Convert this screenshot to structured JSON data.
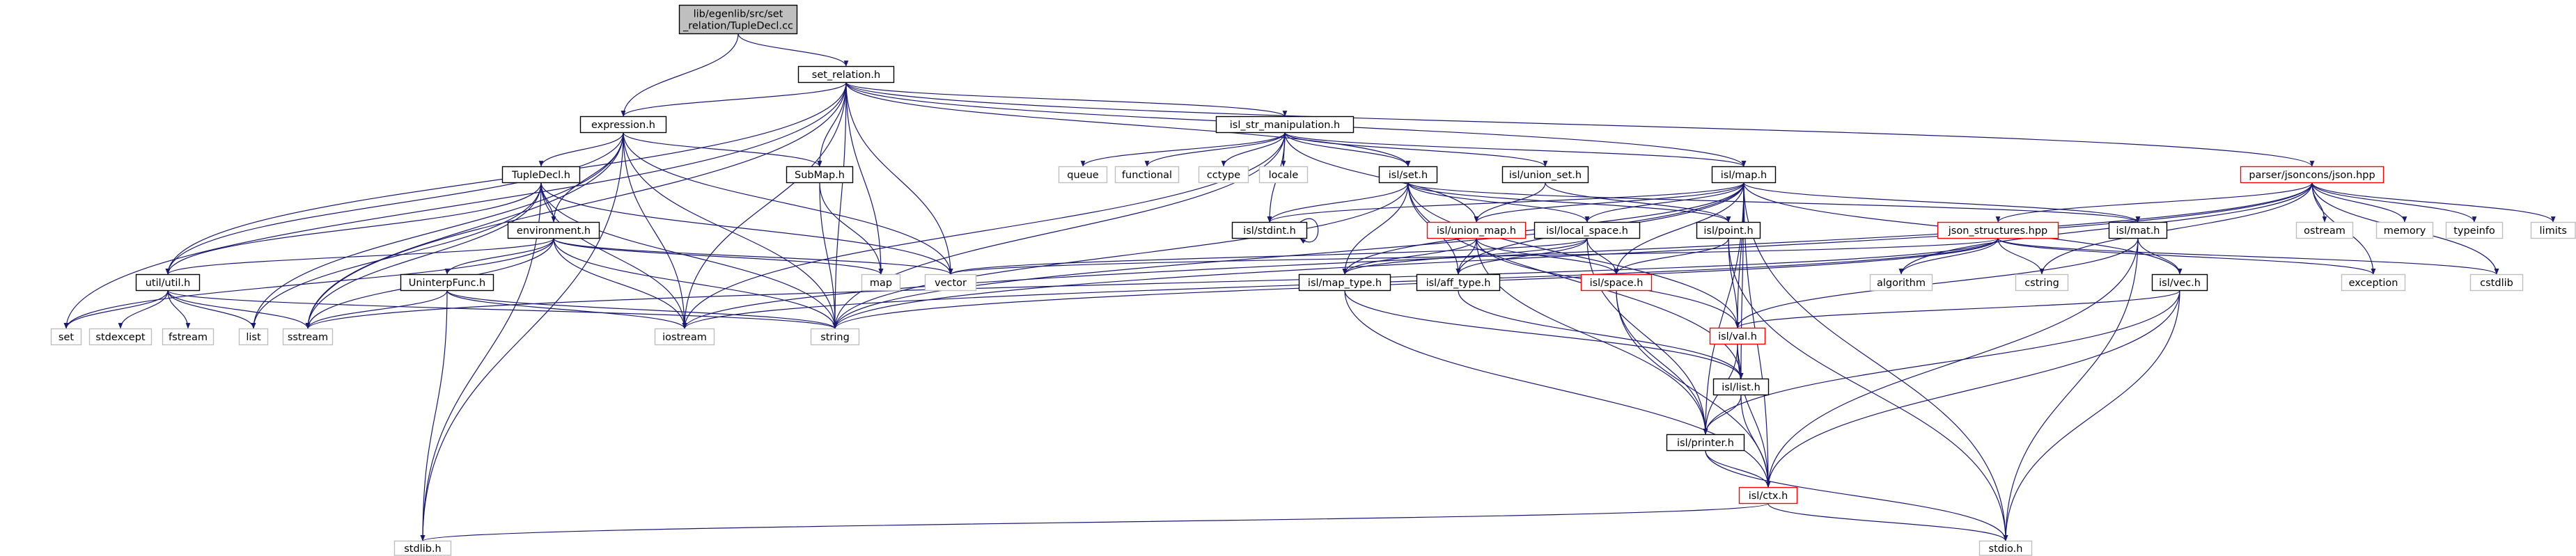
{
  "colors": {
    "edge": "#191970",
    "node_border_default": "#000000",
    "node_border_red": "#ff0000",
    "node_border_gray": "#bfbfbf",
    "root_fill": "#bfbfbf",
    "node_fill": "#ffffff"
  },
  "nodes": [
    {
      "id": "root",
      "lines": [
        "lib/egenlib/src/set",
        "_relation/TupleDecl.cc"
      ],
      "style": "root"
    },
    {
      "id": "set_relation_h",
      "lines": [
        "set_relation.h"
      ],
      "style": "default"
    },
    {
      "id": "expression_h",
      "lines": [
        "expression.h"
      ],
      "style": "default"
    },
    {
      "id": "isl_str_manipulation_h",
      "lines": [
        "isl_str_manipulation.h"
      ],
      "style": "default"
    },
    {
      "id": "parser_json_hpp",
      "lines": [
        "parser/jsoncons/json.hpp"
      ],
      "style": "red"
    },
    {
      "id": "tupledecl_h",
      "lines": [
        "TupleDecl.h"
      ],
      "style": "default"
    },
    {
      "id": "submap_h",
      "lines": [
        "SubMap.h"
      ],
      "style": "default"
    },
    {
      "id": "environment_h",
      "lines": [
        "environment.h"
      ],
      "style": "default"
    },
    {
      "id": "util_util_h",
      "lines": [
        "util/util.h"
      ],
      "style": "default"
    },
    {
      "id": "uninterpfunc_h",
      "lines": [
        "UninterpFunc.h"
      ],
      "style": "default"
    },
    {
      "id": "isl_set_h",
      "lines": [
        "isl/set.h"
      ],
      "style": "default"
    },
    {
      "id": "isl_union_set_h",
      "lines": [
        "isl/union_set.h"
      ],
      "style": "default"
    },
    {
      "id": "isl_map_h",
      "lines": [
        "isl/map.h"
      ],
      "style": "default"
    },
    {
      "id": "isl_stdint_h",
      "lines": [
        "isl/stdint.h"
      ],
      "style": "default"
    },
    {
      "id": "isl_union_map_h",
      "lines": [
        "isl/union_map.h"
      ],
      "style": "red"
    },
    {
      "id": "isl_local_space_h",
      "lines": [
        "isl/local_space.h"
      ],
      "style": "default"
    },
    {
      "id": "isl_point_h",
      "lines": [
        "isl/point.h"
      ],
      "style": "default"
    },
    {
      "id": "json_structures_hpp",
      "lines": [
        "json_structures.hpp"
      ],
      "style": "red"
    },
    {
      "id": "isl_mat_h",
      "lines": [
        "isl/mat.h"
      ],
      "style": "default"
    },
    {
      "id": "isl_map_type_h",
      "lines": [
        "isl/map_type.h"
      ],
      "style": "default"
    },
    {
      "id": "isl_aff_type_h",
      "lines": [
        "isl/aff_type.h"
      ],
      "style": "default"
    },
    {
      "id": "isl_space_h",
      "lines": [
        "isl/space.h"
      ],
      "style": "red"
    },
    {
      "id": "isl_vec_h",
      "lines": [
        "isl/vec.h"
      ],
      "style": "default"
    },
    {
      "id": "isl_val_h",
      "lines": [
        "isl/val.h"
      ],
      "style": "red"
    },
    {
      "id": "isl_list_h",
      "lines": [
        "isl/list.h"
      ],
      "style": "default"
    },
    {
      "id": "isl_printer_h",
      "lines": [
        "isl/printer.h"
      ],
      "style": "default"
    },
    {
      "id": "isl_ctx_h",
      "lines": [
        "isl/ctx.h"
      ],
      "style": "red"
    },
    {
      "id": "queue",
      "lines": [
        "queue"
      ],
      "style": "gray"
    },
    {
      "id": "functional",
      "lines": [
        "functional"
      ],
      "style": "gray"
    },
    {
      "id": "cctype",
      "lines": [
        "cctype"
      ],
      "style": "gray"
    },
    {
      "id": "locale",
      "lines": [
        "locale"
      ],
      "style": "gray"
    },
    {
      "id": "vector",
      "lines": [
        "vector"
      ],
      "style": "gray"
    },
    {
      "id": "map",
      "lines": [
        "map"
      ],
      "style": "gray"
    },
    {
      "id": "set",
      "lines": [
        "set"
      ],
      "style": "gray"
    },
    {
      "id": "stdexcept",
      "lines": [
        "stdexcept"
      ],
      "style": "gray"
    },
    {
      "id": "fstream",
      "lines": [
        "fstream"
      ],
      "style": "gray"
    },
    {
      "id": "list",
      "lines": [
        "list"
      ],
      "style": "gray"
    },
    {
      "id": "sstream",
      "lines": [
        "sstream"
      ],
      "style": "gray"
    },
    {
      "id": "iostream",
      "lines": [
        "iostream"
      ],
      "style": "gray"
    },
    {
      "id": "string",
      "lines": [
        "string"
      ],
      "style": "gray"
    },
    {
      "id": "algorithm",
      "lines": [
        "algorithm"
      ],
      "style": "gray"
    },
    {
      "id": "cstring",
      "lines": [
        "cstring"
      ],
      "style": "gray"
    },
    {
      "id": "exception",
      "lines": [
        "exception"
      ],
      "style": "gray"
    },
    {
      "id": "ostream",
      "lines": [
        "ostream"
      ],
      "style": "gray"
    },
    {
      "id": "memory",
      "lines": [
        "memory"
      ],
      "style": "gray"
    },
    {
      "id": "typeinfo",
      "lines": [
        "typeinfo"
      ],
      "style": "gray"
    },
    {
      "id": "limits",
      "lines": [
        "limits"
      ],
      "style": "gray"
    },
    {
      "id": "cstdlib",
      "lines": [
        "cstdlib"
      ],
      "style": "gray"
    },
    {
      "id": "stdlib_h",
      "lines": [
        "stdlib.h"
      ],
      "style": "gray"
    },
    {
      "id": "stdio_h",
      "lines": [
        "stdio.h"
      ],
      "style": "gray"
    }
  ],
  "edges": [
    [
      "root",
      "set_relation_h"
    ],
    [
      "root",
      "expression_h"
    ],
    [
      "set_relation_h",
      "expression_h"
    ],
    [
      "set_relation_h",
      "isl_str_manipulation_h"
    ],
    [
      "set_relation_h",
      "parser_json_hpp"
    ],
    [
      "set_relation_h",
      "submap_h"
    ],
    [
      "set_relation_h",
      "util_util_h"
    ],
    [
      "set_relation_h",
      "isl_set_h"
    ],
    [
      "set_relation_h",
      "isl_map_h"
    ],
    [
      "set_relation_h",
      "vector"
    ],
    [
      "set_relation_h",
      "map"
    ],
    [
      "set_relation_h",
      "set"
    ],
    [
      "set_relation_h",
      "sstream"
    ],
    [
      "set_relation_h",
      "iostream"
    ],
    [
      "set_relation_h",
      "string"
    ],
    [
      "expression_h",
      "tupledecl_h"
    ],
    [
      "expression_h",
      "submap_h"
    ],
    [
      "expression_h",
      "environment_h"
    ],
    [
      "expression_h",
      "util_util_h"
    ],
    [
      "expression_h",
      "vector"
    ],
    [
      "expression_h",
      "list"
    ],
    [
      "expression_h",
      "sstream"
    ],
    [
      "expression_h",
      "iostream"
    ],
    [
      "expression_h",
      "string"
    ],
    [
      "expression_h",
      "stdlib_h"
    ],
    [
      "isl_str_manipulation_h",
      "isl_set_h"
    ],
    [
      "isl_str_manipulation_h",
      "isl_union_set_h"
    ],
    [
      "isl_str_manipulation_h",
      "isl_map_h"
    ],
    [
      "isl_str_manipulation_h",
      "isl_union_map_h"
    ],
    [
      "isl_str_manipulation_h",
      "isl_stdint_h"
    ],
    [
      "isl_str_manipulation_h",
      "queue"
    ],
    [
      "isl_str_manipulation_h",
      "functional"
    ],
    [
      "isl_str_manipulation_h",
      "cctype"
    ],
    [
      "isl_str_manipulation_h",
      "locale"
    ],
    [
      "isl_str_manipulation_h",
      "iostream"
    ],
    [
      "isl_str_manipulation_h",
      "string"
    ],
    [
      "tupledecl_h",
      "environment_h"
    ],
    [
      "tupledecl_h",
      "util_util_h"
    ],
    [
      "tupledecl_h",
      "vector"
    ],
    [
      "tupledecl_h",
      "list"
    ],
    [
      "tupledecl_h",
      "sstream"
    ],
    [
      "tupledecl_h",
      "iostream"
    ],
    [
      "tupledecl_h",
      "string"
    ],
    [
      "tupledecl_h",
      "stdlib_h"
    ],
    [
      "submap_h",
      "map"
    ],
    [
      "submap_h",
      "string"
    ],
    [
      "environment_h",
      "uninterpfunc_h"
    ],
    [
      "environment_h",
      "util_util_h"
    ],
    [
      "environment_h",
      "map"
    ],
    [
      "environment_h",
      "vector"
    ],
    [
      "environment_h",
      "set"
    ],
    [
      "environment_h",
      "sstream"
    ],
    [
      "environment_h",
      "iostream"
    ],
    [
      "environment_h",
      "string"
    ],
    [
      "util_util_h",
      "set"
    ],
    [
      "util_util_h",
      "stdexcept"
    ],
    [
      "util_util_h",
      "fstream"
    ],
    [
      "util_util_h",
      "list"
    ],
    [
      "util_util_h",
      "sstream"
    ],
    [
      "util_util_h",
      "string"
    ],
    [
      "uninterpfunc_h",
      "sstream"
    ],
    [
      "uninterpfunc_h",
      "iostream"
    ],
    [
      "uninterpfunc_h",
      "string"
    ],
    [
      "uninterpfunc_h",
      "stdlib_h"
    ],
    [
      "isl_set_h",
      "isl_stdint_h"
    ],
    [
      "isl_set_h",
      "isl_map_type_h"
    ],
    [
      "isl_set_h",
      "isl_aff_type_h"
    ],
    [
      "isl_set_h",
      "isl_local_space_h"
    ],
    [
      "isl_set_h",
      "isl_point_h"
    ],
    [
      "isl_set_h",
      "isl_mat_h"
    ],
    [
      "isl_set_h",
      "isl_list_h"
    ],
    [
      "isl_set_h",
      "isl_val_h"
    ],
    [
      "isl_set_h",
      "string"
    ],
    [
      "isl_union_set_h",
      "isl_point_h"
    ],
    [
      "isl_union_set_h",
      "isl_union_map_h"
    ],
    [
      "isl_map_h",
      "isl_stdint_h"
    ],
    [
      "isl_map_h",
      "isl_union_map_h"
    ],
    [
      "isl_map_h",
      "isl_local_space_h"
    ],
    [
      "isl_map_h",
      "isl_map_type_h"
    ],
    [
      "isl_map_h",
      "isl_aff_type_h"
    ],
    [
      "isl_map_h",
      "isl_space_h"
    ],
    [
      "isl_map_h",
      "isl_vec_h"
    ],
    [
      "isl_map_h",
      "isl_mat_h"
    ],
    [
      "isl_map_h",
      "isl_val_h"
    ],
    [
      "isl_map_h",
      "isl_list_h"
    ],
    [
      "isl_map_h",
      "isl_printer_h"
    ],
    [
      "isl_map_h",
      "isl_ctx_h"
    ],
    [
      "isl_map_h",
      "stdio_h"
    ],
    [
      "isl_map_h",
      "string"
    ],
    [
      "isl_stdint_h",
      "isl_stdint_h"
    ],
    [
      "isl_union_map_h",
      "isl_map_type_h"
    ],
    [
      "isl_union_map_h",
      "isl_aff_type_h"
    ],
    [
      "isl_union_map_h",
      "isl_space_h"
    ],
    [
      "isl_union_map_h",
      "isl_val_h"
    ],
    [
      "isl_union_map_h",
      "isl_printer_h"
    ],
    [
      "isl_local_space_h",
      "isl_map_type_h"
    ],
    [
      "isl_local_space_h",
      "isl_aff_type_h"
    ],
    [
      "isl_local_space_h",
      "isl_space_h"
    ],
    [
      "isl_local_space_h",
      "isl_printer_h"
    ],
    [
      "isl_local_space_h",
      "vector"
    ],
    [
      "isl_point_h",
      "isl_space_h"
    ],
    [
      "isl_point_h",
      "isl_val_h"
    ],
    [
      "isl_point_h",
      "stdio_h"
    ],
    [
      "parser_json_hpp",
      "json_structures_hpp"
    ],
    [
      "parser_json_hpp",
      "ostream"
    ],
    [
      "parser_json_hpp",
      "memory"
    ],
    [
      "parser_json_hpp",
      "typeinfo"
    ],
    [
      "parser_json_hpp",
      "limits"
    ],
    [
      "parser_json_hpp",
      "exception"
    ],
    [
      "parser_json_hpp",
      "cstdlib"
    ],
    [
      "parser_json_hpp",
      "cstring"
    ],
    [
      "parser_json_hpp",
      "iostream"
    ],
    [
      "parser_json_hpp",
      "string"
    ],
    [
      "parser_json_hpp",
      "algorithm"
    ],
    [
      "json_structures_hpp",
      "algorithm"
    ],
    [
      "json_structures_hpp",
      "cstring"
    ],
    [
      "json_structures_hpp",
      "exception"
    ],
    [
      "json_structures_hpp",
      "cstdlib"
    ],
    [
      "json_structures_hpp",
      "vector"
    ],
    [
      "json_structures_hpp",
      "sstream"
    ],
    [
      "json_structures_hpp",
      "iostream"
    ],
    [
      "json_structures_hpp",
      "string"
    ],
    [
      "isl_mat_h",
      "isl_vec_h"
    ],
    [
      "isl_mat_h",
      "isl_val_h"
    ],
    [
      "isl_mat_h",
      "isl_ctx_h"
    ],
    [
      "isl_mat_h",
      "stdio_h"
    ],
    [
      "isl_map_type_h",
      "isl_list_h"
    ],
    [
      "isl_map_type_h",
      "isl_ctx_h"
    ],
    [
      "isl_aff_type_h",
      "isl_list_h"
    ],
    [
      "isl_space_h",
      "isl_printer_h"
    ],
    [
      "isl_space_h",
      "isl_ctx_h"
    ],
    [
      "isl_vec_h",
      "isl_val_h"
    ],
    [
      "isl_vec_h",
      "isl_printer_h"
    ],
    [
      "isl_vec_h",
      "isl_ctx_h"
    ],
    [
      "isl_vec_h",
      "stdio_h"
    ],
    [
      "isl_val_h",
      "isl_list_h"
    ],
    [
      "isl_val_h",
      "isl_printer_h"
    ],
    [
      "isl_val_h",
      "isl_ctx_h"
    ],
    [
      "isl_list_h",
      "isl_printer_h"
    ],
    [
      "isl_list_h",
      "isl_ctx_h"
    ],
    [
      "isl_printer_h",
      "isl_ctx_h"
    ],
    [
      "isl_printer_h",
      "stdio_h"
    ],
    [
      "isl_ctx_h",
      "stdlib_h"
    ],
    [
      "isl_ctx_h",
      "stdio_h"
    ]
  ]
}
